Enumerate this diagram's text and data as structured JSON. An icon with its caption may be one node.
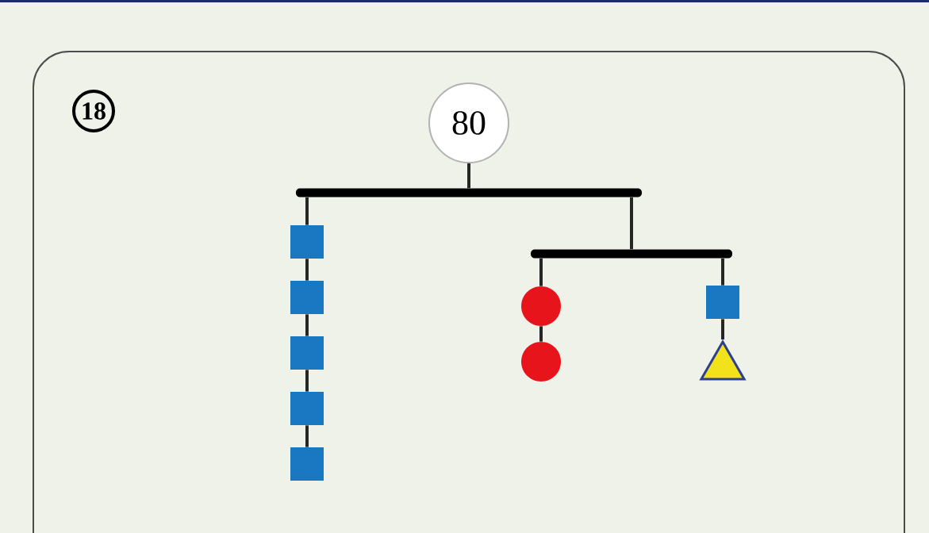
{
  "diagram": {
    "nodes": [
      {
        "text": [
          "80"
        ]
      },
      {
        "text": [],
        "shape": "bar"
      },
      {
        "text": [],
        "shape": "box"
      },
      {
        "text": [],
        "shape": "box"
      },
      {
        "text": [],
        "shape": "box"
      },
      {
        "text": [],
        "shape": "box"
      },
      {
        "text": [],
        "shape": "box"
      },
      {
        "text": [],
        "shape": "bar"
      },
      {
        "text": [],
        "shape": "circle"
      },
      {
        "text": [],
        "shape": "circle"
      },
      {
        "text": [],
        "shape": "box"
      },
      {
        "text": [],
        "shape": "triangle"
      }
    ],
    "edges": [
      {
        "from": 0,
        "to": 1,
        "arrow": "none"
      },
      {
        "from": 1,
        "to": 2,
        "arrow": "none"
      },
      {
        "from": 2,
        "to": 3,
        "arrow": "none"
      },
      {
        "from": 3,
        "to": 4,
        "arrow": "none"
      },
      {
        "from": 4,
        "to": 5,
        "arrow": "none"
      },
      {
        "from": 5,
        "to": 6,
        "arrow": "none"
      },
      {
        "from": 1,
        "to": 7,
        "arrow": "none"
      },
      {
        "from": 7,
        "to": 8,
        "arrow": "none"
      },
      {
        "from": 8,
        "to": 9,
        "arrow": "none"
      },
      {
        "from": 7,
        "to": 10,
        "arrow": "none"
      },
      {
        "from": 10,
        "to": 11,
        "arrow": "none"
      }
    ],
    "labels": [
      "18"
    ]
  }
}
